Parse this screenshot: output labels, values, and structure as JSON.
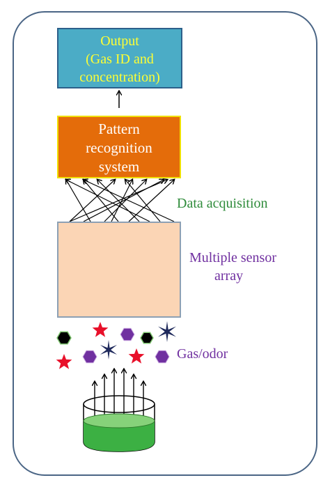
{
  "output": {
    "line1": "Output",
    "line2": "(Gas ID and",
    "line3": "concentration)"
  },
  "pattern": {
    "line1": "Pattern",
    "line2": "recognition",
    "line3": "system"
  },
  "labels": {
    "data_acquisition": "Data acquisition",
    "sensor_line1": "Multiple sensor",
    "sensor_line2": "array",
    "gas_odor": "Gas/odor"
  },
  "colors": {
    "output_fill": "#4bacc6",
    "output_text": "#ffff33",
    "pattern_fill": "#e46c0a",
    "sensor_fill": "#fbd5b5",
    "star_red": "#e8102a",
    "hexagon_purple": "#7030a0",
    "hexagon_black": "#000000",
    "asterisk_navy": "#1f2a5c",
    "liquid_green": "#3cb043"
  },
  "icons": [
    "navy-asterisk-icon",
    "purple-hexagon-icon",
    "red-star-icon",
    "black-hexagon-icon",
    "beaker-icon",
    "arrow-up-icon"
  ]
}
